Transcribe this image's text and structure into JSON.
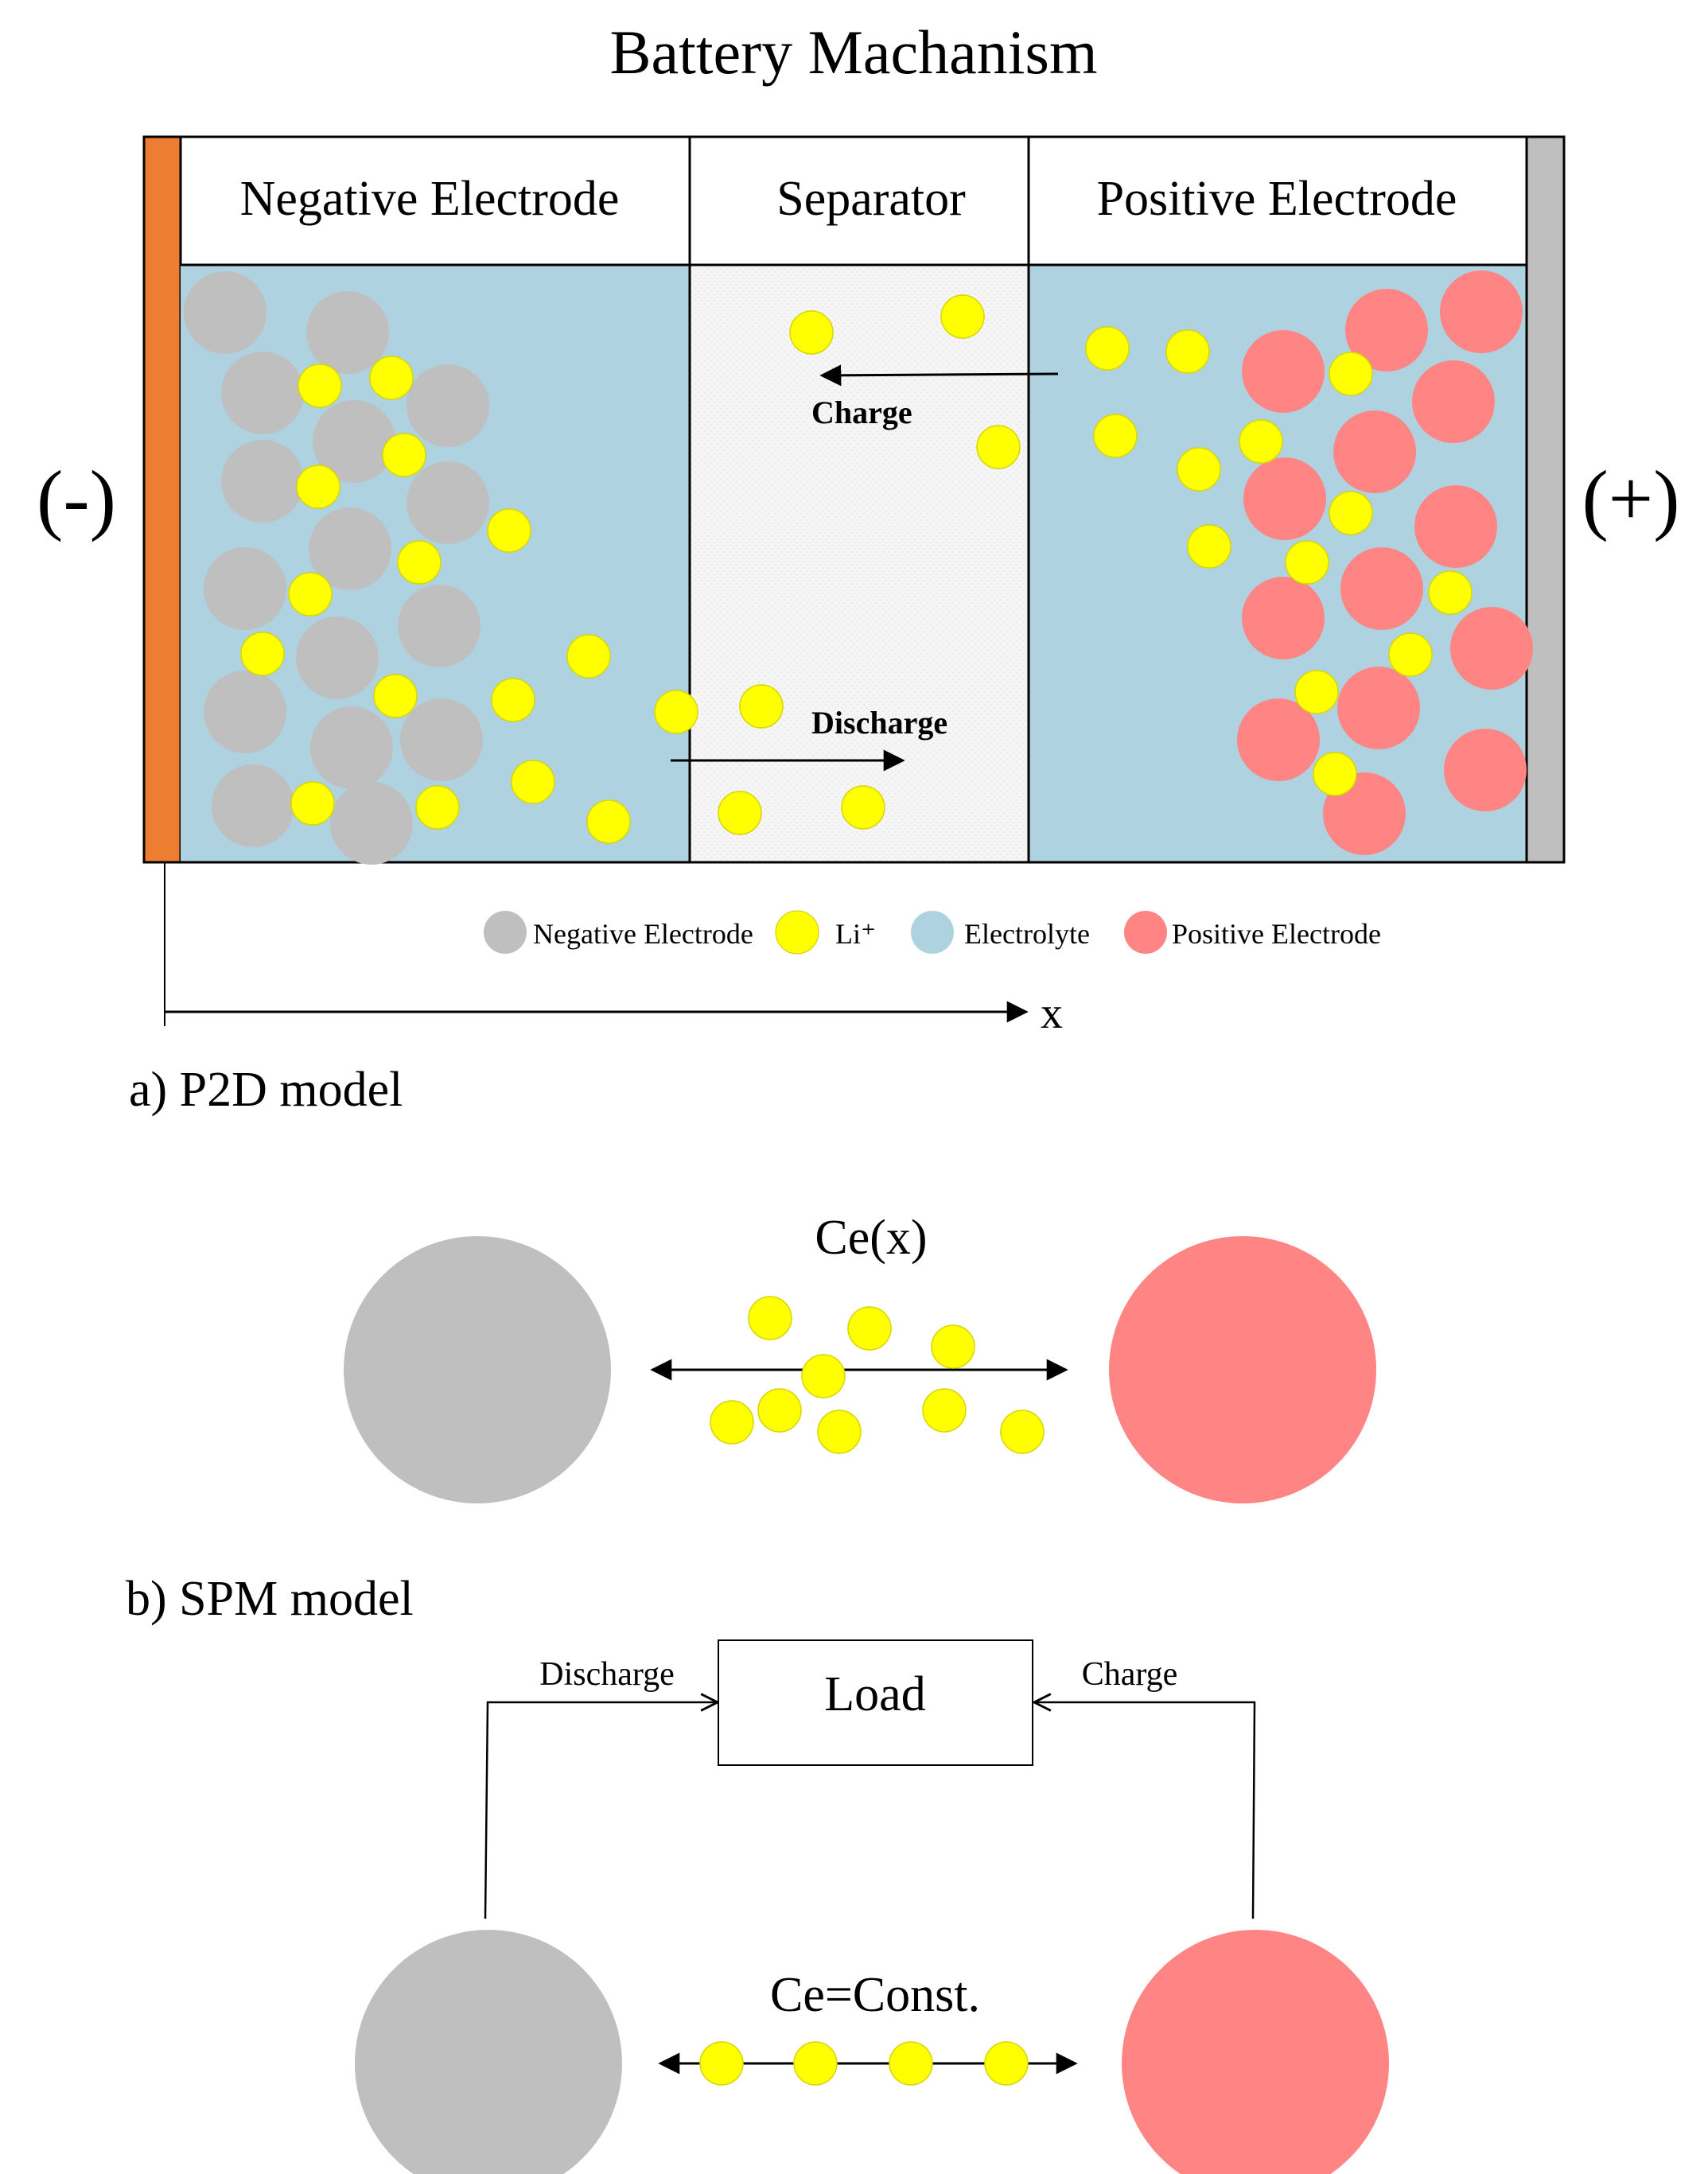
{
  "title": "Battery Machanism",
  "regions": {
    "negative": "Negative Electrode",
    "separator": "Separator",
    "positive": "Positive Electrode"
  },
  "terminals": {
    "negative": "(-)",
    "positive": "(+)"
  },
  "flow_labels": {
    "charge": "Charge",
    "discharge": "Discharge"
  },
  "legend": [
    {
      "label": "Negative Electrode",
      "color": "#bfbfbf"
    },
    {
      "label": "Li⁺",
      "color": "#ffff00"
    },
    {
      "label": "Electrolyte",
      "color": "#aed2e0"
    },
    {
      "label": "Positive Electrode",
      "color": "#ff8585"
    }
  ],
  "axis_label": "x",
  "p2d": {
    "caption": "a) P2D model",
    "concentration": "Ce(x)"
  },
  "spm": {
    "caption": "b) SPM model",
    "load": "Load",
    "discharge": "Discharge",
    "charge": "Charge",
    "concentration": "Ce=Const."
  },
  "colors": {
    "negative_collector": "#ed7d31",
    "positive_collector": "#bfbfbf",
    "electrolyte": "#aed2e0",
    "separator": "#f5f5f5",
    "negative_particle": "#bfbfbf",
    "positive_particle": "#ff8585",
    "lithium_ion": "#ffff00"
  }
}
